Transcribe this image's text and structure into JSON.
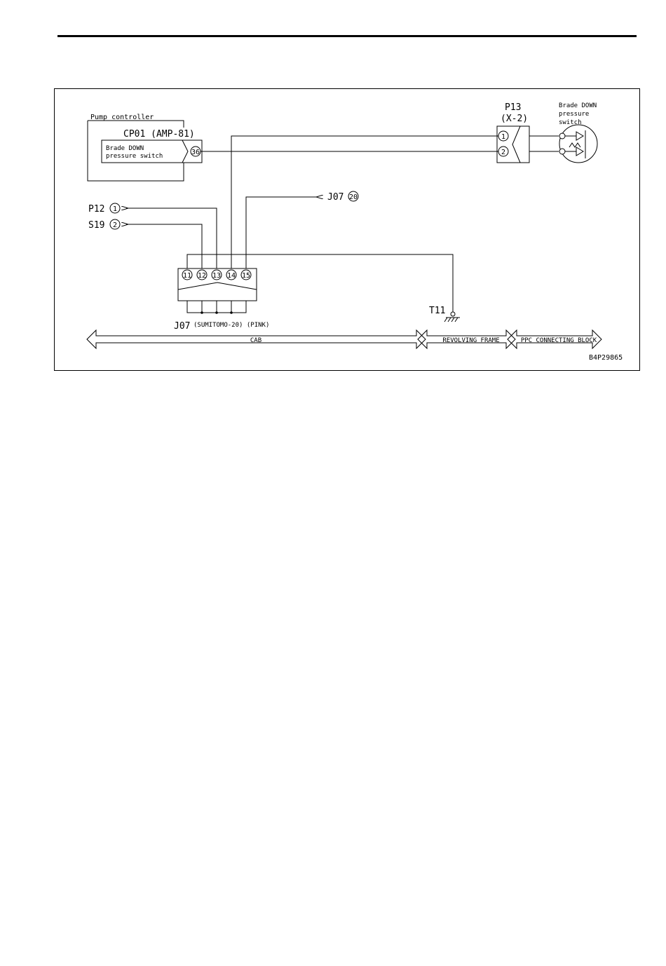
{
  "diagram": {
    "figure_id": "B4P29865",
    "pump_controller": {
      "title": "Pump controller",
      "connector": "CP01 (AMP-81)",
      "inner_line1": "Brade DOWN",
      "inner_line2": "pressure switch",
      "pin": "36"
    },
    "p13": {
      "name": "P13",
      "type": "(X-2)",
      "pin1": "1",
      "pin2": "2"
    },
    "pressure_switch": {
      "line1": "Brade DOWN",
      "line2": "pressure",
      "line3": "switch"
    },
    "j07": {
      "label": "J07",
      "spec": "(SUMITOMO-20) (PINK)",
      "pins": [
        "11",
        "12",
        "13",
        "14",
        "15"
      ],
      "remote_ref_name": "J07",
      "remote_ref_pin": "20"
    },
    "p12": {
      "name": "P12",
      "pin": "1"
    },
    "s19": {
      "name": "S19",
      "pin": "2"
    },
    "ground": {
      "name": "T11"
    },
    "zones": {
      "cab": "CAB",
      "revolving": "REVOLVING FRAME",
      "ppc": "PPC CONNECTING BLOCK"
    }
  }
}
